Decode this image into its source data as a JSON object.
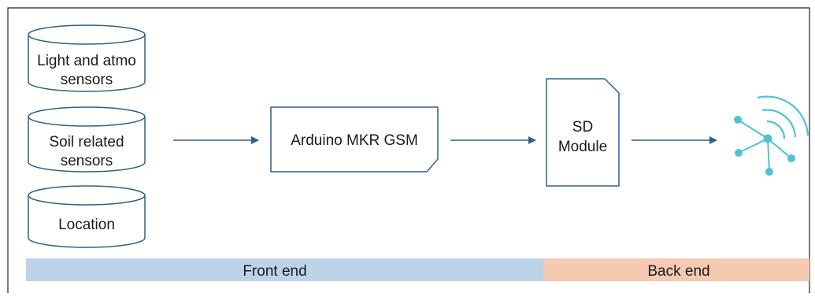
{
  "nodes": {
    "light_sensors": {
      "line1": "Light and atmo",
      "line2": "sensors"
    },
    "soil_sensors": {
      "line1": "Soil related",
      "line2": "sensors"
    },
    "location": {
      "label": "Location"
    },
    "arduino": {
      "label": "Arduino MKR GSM"
    },
    "sd_module": {
      "line1": "SD",
      "line2": "Module"
    }
  },
  "bands": {
    "front_end": "Front end",
    "back_end": "Back end"
  },
  "icons": {
    "network": "network-wireless-icon"
  },
  "colors": {
    "stroke": "#2f5f8f",
    "front_band": "#bdd3ea",
    "back_band": "#f5cab1",
    "network_icon": "#4dc3d4",
    "frame": "#222222"
  }
}
